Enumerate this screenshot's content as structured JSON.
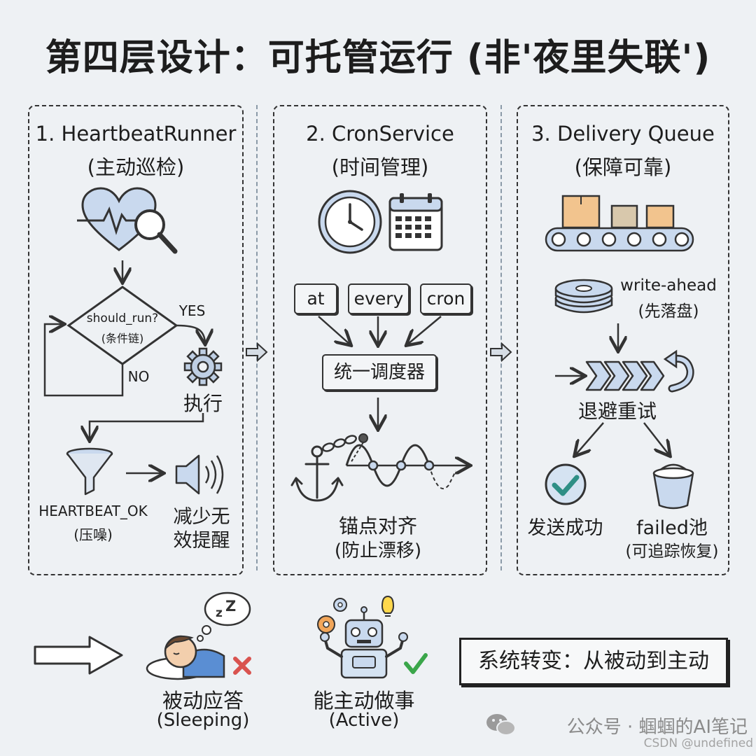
{
  "title": "第四层设计：可托管运行 (非'夜里失联')",
  "panels": [
    {
      "title": "1. HeartbeatRunner",
      "subtitle": "(主动巡检)",
      "decision": "should_run?",
      "decision_sub": "(条件链)",
      "yes": "YES",
      "no": "NO",
      "execute": "执行",
      "filter_label": "HEARTBEAT_OK",
      "filter_sub": "(压噪)",
      "result_line1": "减少无",
      "result_line2": "效提醒"
    },
    {
      "title": "2. CronService",
      "subtitle": "(时间管理)",
      "tags": [
        "at",
        "every",
        "cron"
      ],
      "scheduler": "统一调度器",
      "anchor_label": "锚点对齐",
      "anchor_sub": "(防止漂移)"
    },
    {
      "title": "3. Delivery Queue",
      "subtitle": "(保障可靠)",
      "wal": "write-ahead",
      "wal_sub": "(先落盘)",
      "retry": "退避重试",
      "success": "发送成功",
      "failed": "failed池",
      "failed_sub": "(可追踪恢复)"
    }
  ],
  "bottom": {
    "sleeping_label": "被动应答",
    "sleeping_sub": "(Sleeping)",
    "active_label": "能主动做事",
    "active_sub": "(Active)",
    "summary": "系统转变：从被动到主动"
  },
  "footer": {
    "credit": "公众号 · 蝈蝈的AI笔记",
    "csdn": "CSDN @undefined"
  },
  "colors": {
    "accent_blue": "#c9d9ee",
    "box_orange": "#f2c48e",
    "box_tan": "#d8c8ac",
    "check_teal": "#2e8f86",
    "cross_red": "#d9534f",
    "check_green": "#3aa64a"
  }
}
